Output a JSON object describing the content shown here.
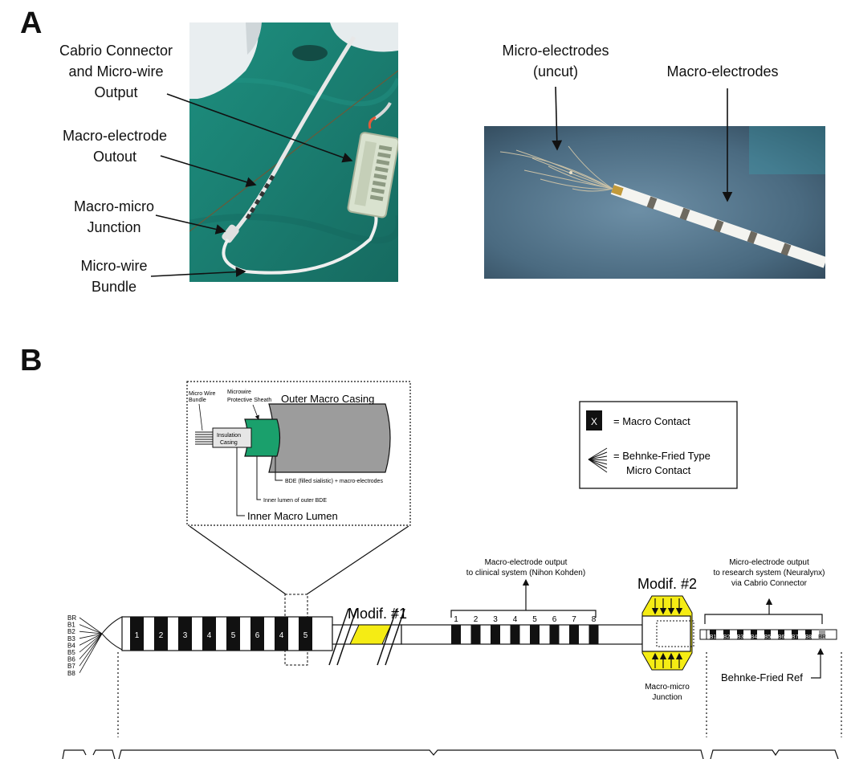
{
  "panels": {
    "a": "A",
    "b": "B"
  },
  "photo_left_labels": {
    "cabrio": "Cabrio Connector\nand Micro-wire\nOutput",
    "macro_outout": "Macro-electrode\nOutout",
    "junction": "Macro-micro\nJunction",
    "bundle": "Micro-wire\nBundle"
  },
  "photo_right_labels": {
    "micro": "Micro-electrodes\n(uncut)",
    "macro": "Macro-electrodes"
  },
  "inset": {
    "outer_casing": "Outer Macro Casing",
    "micro_wire_bundle_1": "Micro Wire",
    "micro_wire_bundle_2": "Bundle",
    "protective_sheath_1": "Microwire",
    "protective_sheath_2": "Protective Sheath",
    "insulation_1": "Insulation",
    "insulation_2": "Casing",
    "bde": "BDE (filled sialistic) + macro-electrodes",
    "inner_lumen": "Inner lumen of outer BDE",
    "inner_macro_lumen": "Inner Macro Lumen"
  },
  "legend": {
    "contact_glyph": "X",
    "macro_contact": "= Macro Contact",
    "micro_contact_1": "= Behnke-Fried Type",
    "micro_contact_2": "Micro Contact"
  },
  "schematic": {
    "modif1": "Modif. #1",
    "modif2": "Modif. #2",
    "clinical_1": "Macro-electrode output",
    "clinical_2": "to clinical system (Nihon Kohden)",
    "research_1": "Micro-electrode output",
    "research_2": "to research system (Neuralynx)",
    "research_3": "via Cabrio Connector",
    "junction_1": "Macro-micro",
    "junction_2": "Junction",
    "bf_ref": "Behnke-Fried Ref",
    "tip_wires": [
      "BR",
      "B1",
      "B2",
      "B3",
      "B4",
      "B5",
      "B6",
      "B7",
      "B8"
    ],
    "left_contacts": [
      "1",
      "2",
      "3",
      "4",
      "5",
      "6",
      "4",
      "5"
    ],
    "right_contacts": [
      "1",
      "2",
      "3",
      "4",
      "5",
      "6",
      "7",
      "8"
    ],
    "micro_contacts": [
      "B1",
      "B2",
      "B3",
      "B4",
      "B5",
      "B6",
      "B7",
      "B8",
      "BR"
    ]
  },
  "colors": {
    "background": "#ffffff",
    "drape_green": "#1f7f70",
    "photo_blue": "#4e6d83",
    "modif_yellow": "#f5ec14",
    "sheath_green": "#1aa06c",
    "casing_gray": "#9c9c9c"
  }
}
